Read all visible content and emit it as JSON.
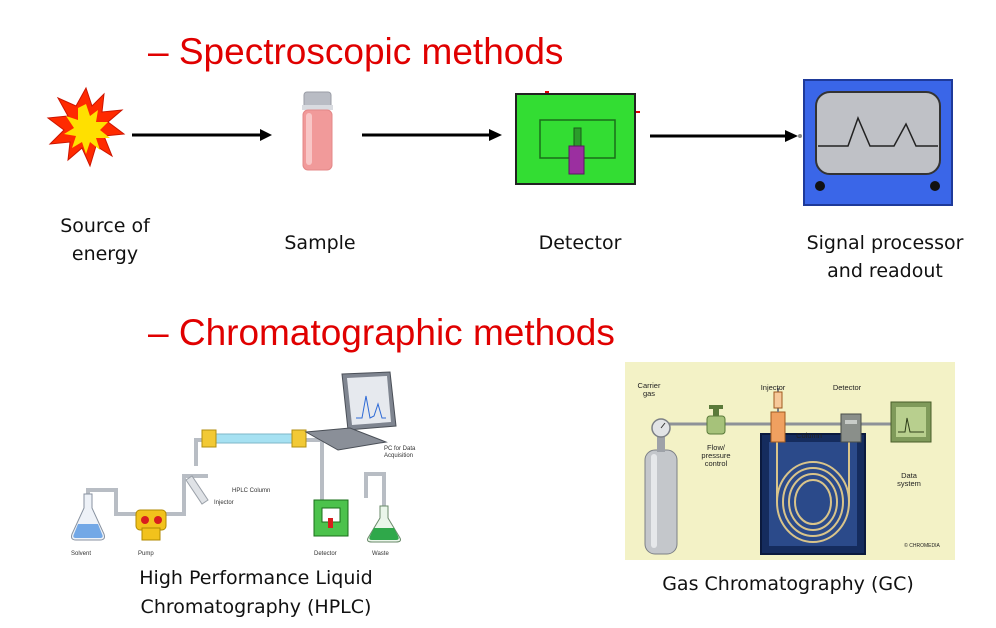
{
  "headings": {
    "spectroscopic": "– Spectroscopic methods",
    "chromatographic": "– Chromatographic methods"
  },
  "flow_labels": {
    "source_line1": "Source of",
    "source_line2": "energy",
    "sample": "Sample",
    "detector": "Detector",
    "signal_line1": "Signal processor",
    "signal_line2": "and readout"
  },
  "hplc": {
    "caption_line1": "High Performance Liquid",
    "caption_line2": "Chromatography (HPLC)",
    "labels": {
      "solvent": "Solvent",
      "pump": "Pump",
      "injector": "Injector",
      "column": "HPLC Column",
      "pc_line1": "PC for Data",
      "pc_line2": "Acquisition",
      "detector": "Detector",
      "waste": "Waste"
    }
  },
  "gc": {
    "caption": "Gas Chromatography (GC)",
    "labels": {
      "carrier_line1": "Carrier",
      "carrier_line2": "gas",
      "injector": "Injector",
      "detector": "Detector",
      "flow_line1": "Flow/",
      "flow_line2": "pressure",
      "flow_line3": "control",
      "column": "Column",
      "data_line1": "Data",
      "data_line2": "system",
      "copyright": "© CHROMEDIA"
    }
  },
  "colors": {
    "heading": "#e00000",
    "detector_green": "#33dd33",
    "monitor_blue": "#3a66e8",
    "gc_background": "#f3f2c6"
  }
}
